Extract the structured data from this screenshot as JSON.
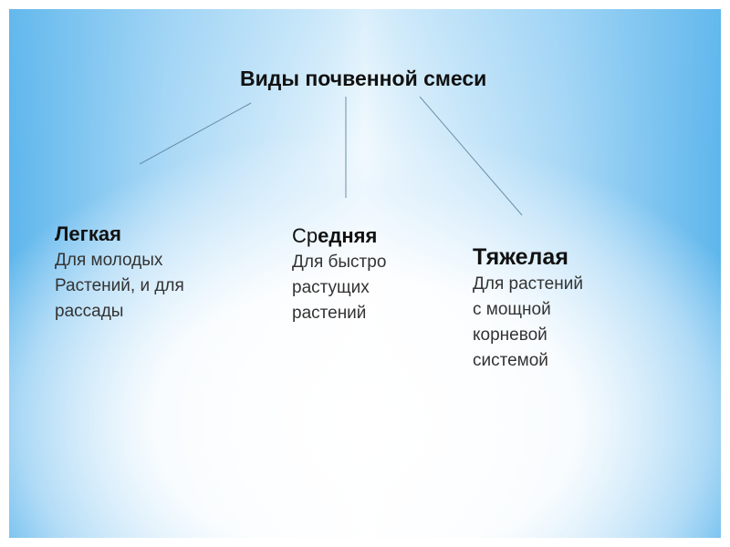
{
  "title": "Виды почвенной смеси",
  "types": [
    {
      "heading": "Легкая",
      "lines": [
        "Для молодых",
        "Растений, и для",
        "рассады"
      ]
    },
    {
      "heading_prefix": "Ср",
      "heading_bold": "едняя",
      "lines": [
        "Для быстро",
        "растущих",
        "растений"
      ]
    },
    {
      "heading": "Тяжелая",
      "lines": [
        "Для растений",
        "с мощной",
        "корневой",
        "системой"
      ]
    }
  ],
  "colors": {
    "edge_blue": "#5eb6ec",
    "center_white": "#ffffff",
    "connector_line": "#6a8fa8",
    "text": "#111111"
  }
}
